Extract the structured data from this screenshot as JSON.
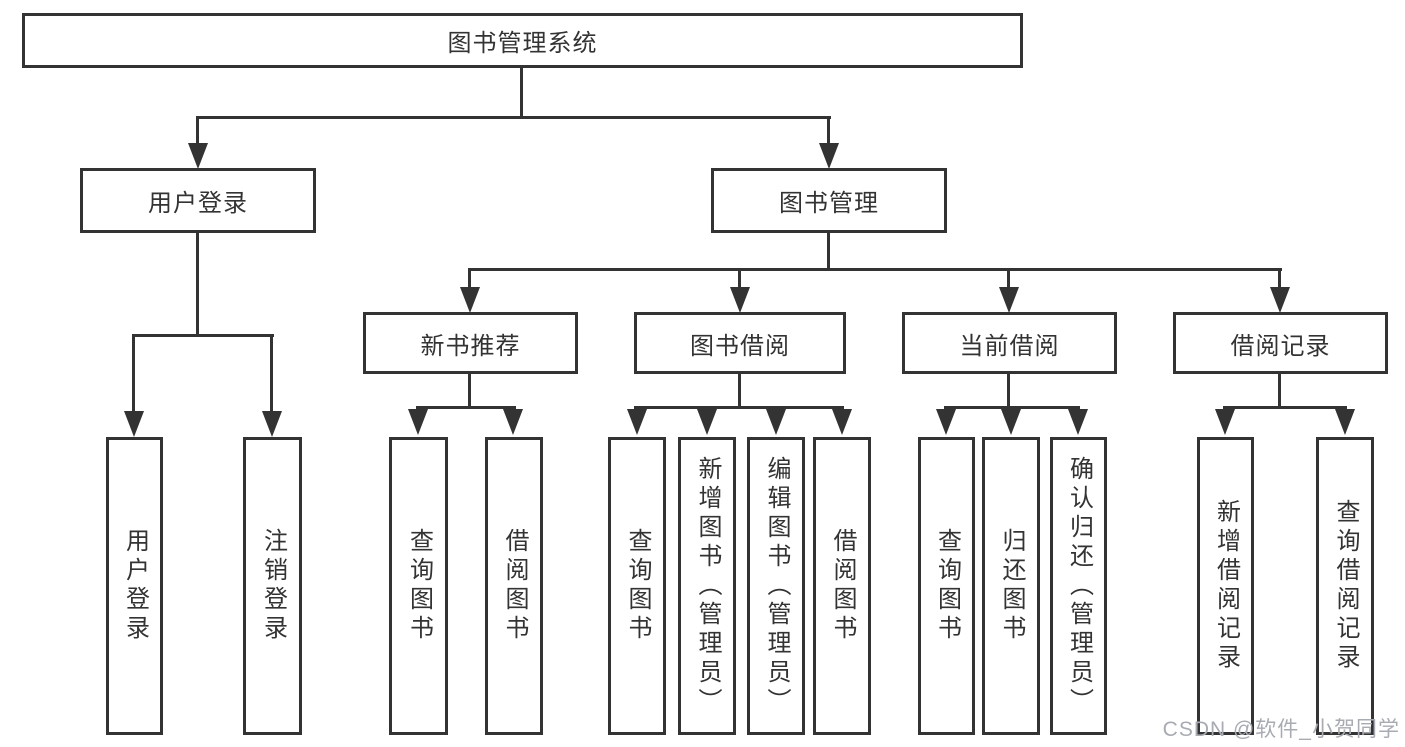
{
  "diagram": {
    "root": {
      "label": "图书管理系统"
    },
    "branches": [
      {
        "label": "用户登录",
        "children": [
          {
            "label": "用户登录"
          },
          {
            "label": "注销登录"
          }
        ]
      },
      {
        "label": "图书管理",
        "children": [
          {
            "label": "新书推荐",
            "children": [
              {
                "label": "查询图书"
              },
              {
                "label": "借阅图书"
              }
            ]
          },
          {
            "label": "图书借阅",
            "children": [
              {
                "label": "查询图书"
              },
              {
                "label": "新增图书（管理员）"
              },
              {
                "label": "编辑图书（管理员）"
              },
              {
                "label": "借阅图书"
              }
            ]
          },
          {
            "label": "当前借阅",
            "children": [
              {
                "label": "查询图书"
              },
              {
                "label": "归还图书"
              },
              {
                "label": "确认归还（管理员）"
              }
            ]
          },
          {
            "label": "借阅记录",
            "children": [
              {
                "label": "新增借阅记录"
              },
              {
                "label": "查询借阅记录"
              }
            ]
          }
        ]
      }
    ]
  },
  "watermark": {
    "text": "CSDN @软件_小贺同学"
  },
  "colors": {
    "line": "#333333",
    "border": "#333333",
    "text": "#333333",
    "background": "#ffffff",
    "watermark": "#a8abb2"
  }
}
